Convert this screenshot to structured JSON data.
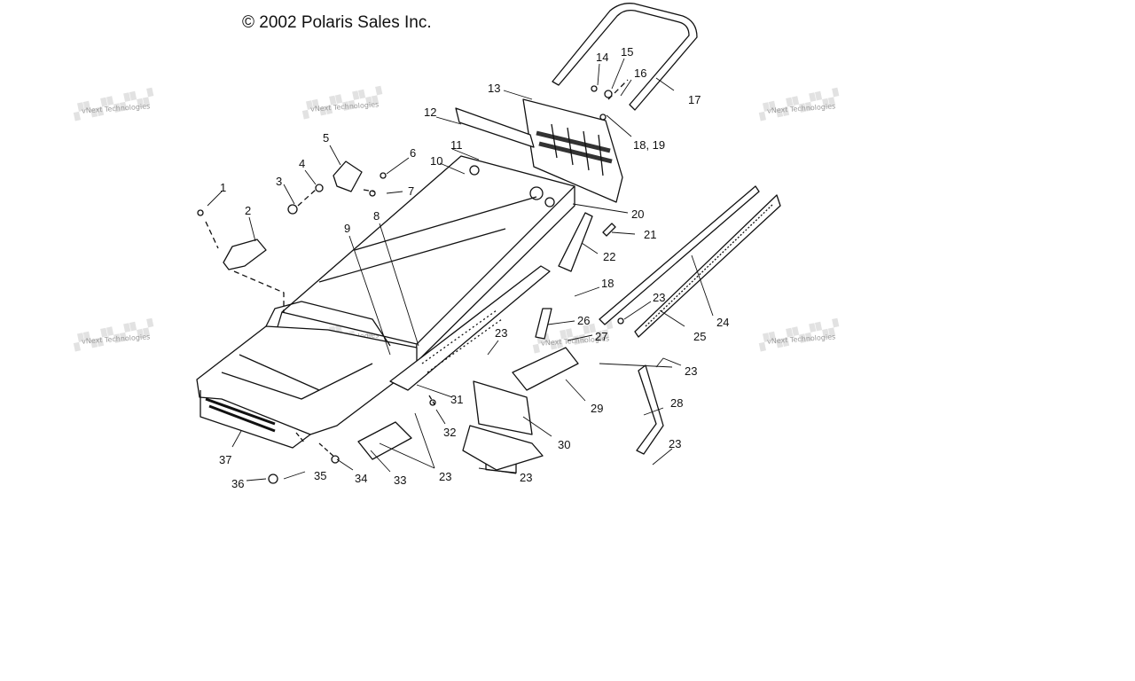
{
  "copyright": "© 2002 Polaris Sales Inc.",
  "watermark": "vNext Technologies",
  "callouts": [
    {
      "id": "c1",
      "label": "1"
    },
    {
      "id": "c2",
      "label": "2"
    },
    {
      "id": "c3",
      "label": "3"
    },
    {
      "id": "c4",
      "label": "4"
    },
    {
      "id": "c5",
      "label": "5"
    },
    {
      "id": "c6",
      "label": "6"
    },
    {
      "id": "c7",
      "label": "7"
    },
    {
      "id": "c8",
      "label": "8"
    },
    {
      "id": "c9",
      "label": "9"
    },
    {
      "id": "c10",
      "label": "10"
    },
    {
      "id": "c11",
      "label": "11"
    },
    {
      "id": "c12",
      "label": "12"
    },
    {
      "id": "c13",
      "label": "13"
    },
    {
      "id": "c14",
      "label": "14"
    },
    {
      "id": "c15",
      "label": "15"
    },
    {
      "id": "c16",
      "label": "16"
    },
    {
      "id": "c17",
      "label": "17"
    },
    {
      "id": "c1819",
      "label": "18, 19"
    },
    {
      "id": "c20",
      "label": "20"
    },
    {
      "id": "c21",
      "label": "21"
    },
    {
      "id": "c22",
      "label": "22"
    },
    {
      "id": "c18b",
      "label": "18"
    },
    {
      "id": "c23a",
      "label": "23"
    },
    {
      "id": "c24",
      "label": "24"
    },
    {
      "id": "c25",
      "label": "25"
    },
    {
      "id": "c26",
      "label": "26"
    },
    {
      "id": "c27",
      "label": "27"
    },
    {
      "id": "c23b",
      "label": "23"
    },
    {
      "id": "c23c",
      "label": "23"
    },
    {
      "id": "c28",
      "label": "28"
    },
    {
      "id": "c29",
      "label": "29"
    },
    {
      "id": "c30",
      "label": "30"
    },
    {
      "id": "c31",
      "label": "31"
    },
    {
      "id": "c32",
      "label": "32"
    },
    {
      "id": "c23d",
      "label": "23"
    },
    {
      "id": "c23e",
      "label": "23"
    },
    {
      "id": "c23f",
      "label": "23"
    },
    {
      "id": "c33",
      "label": "33"
    },
    {
      "id": "c34",
      "label": "34"
    },
    {
      "id": "c35",
      "label": "35"
    },
    {
      "id": "c36",
      "label": "36"
    },
    {
      "id": "c37",
      "label": "37"
    }
  ]
}
